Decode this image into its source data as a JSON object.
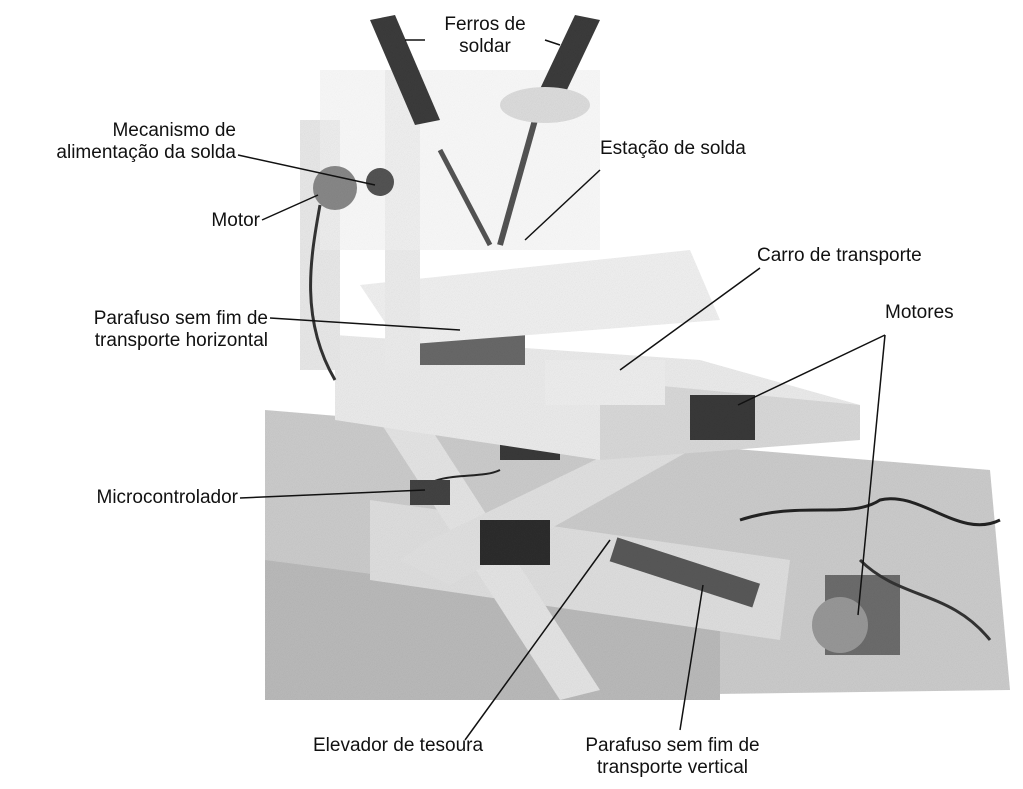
{
  "figure": {
    "description_type": "annotated photo of soldering machine",
    "labels": {
      "ferros_de_solda_1": "Ferros de",
      "ferros_de_solda_2": "soldar",
      "mecanismo_1": "Mecanismo de",
      "mecanismo_2": "alimentação da solda",
      "estacao": "Estação de solda",
      "motor": "Motor",
      "carro": "Carro de transporte",
      "motores": "Motores",
      "parafuso_h_1": "Parafuso sem fim de",
      "parafuso_h_2": "transporte horizontal",
      "micro": "Microcontrolador",
      "elevador": "Elevador de tesoura",
      "parafuso_v_1": "Parafuso sem fim de",
      "parafuso_v_2": "transporte vertical"
    },
    "colors": {
      "background": "#ffffff",
      "machine_light": "#d9d9d9",
      "machine_mid": "#a8a8a8",
      "machine_dark": "#4a4a4a",
      "leader": "#111111"
    }
  }
}
